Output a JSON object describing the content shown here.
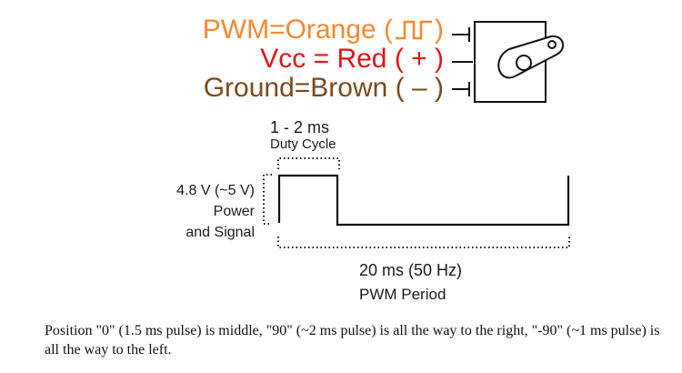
{
  "wires": {
    "pwm": {
      "text": "PWM=Orange (",
      "suffix": ")",
      "color": "#f28a31"
    },
    "vcc": {
      "text": "Vcc = Red ( + )",
      "color": "#e3141b"
    },
    "ground": {
      "text": "Ground=Brown ( – )",
      "color": "#7a4a1e"
    }
  },
  "duty": {
    "value": "1 - 2 ms",
    "name": "Duty Cycle"
  },
  "voltage": {
    "line1": "4.8 V (~5 V)",
    "line2": "Power",
    "line3": "and Signal"
  },
  "period": {
    "value": "20 ms (50 Hz)",
    "name": "PWM Period"
  },
  "caption": "Position \"0\" (1.5 ms pulse) is middle, \"90\" (~2 ms pulse) is all the way to the right, \"-90\" (~1 ms pulse) is all the way to the left."
}
